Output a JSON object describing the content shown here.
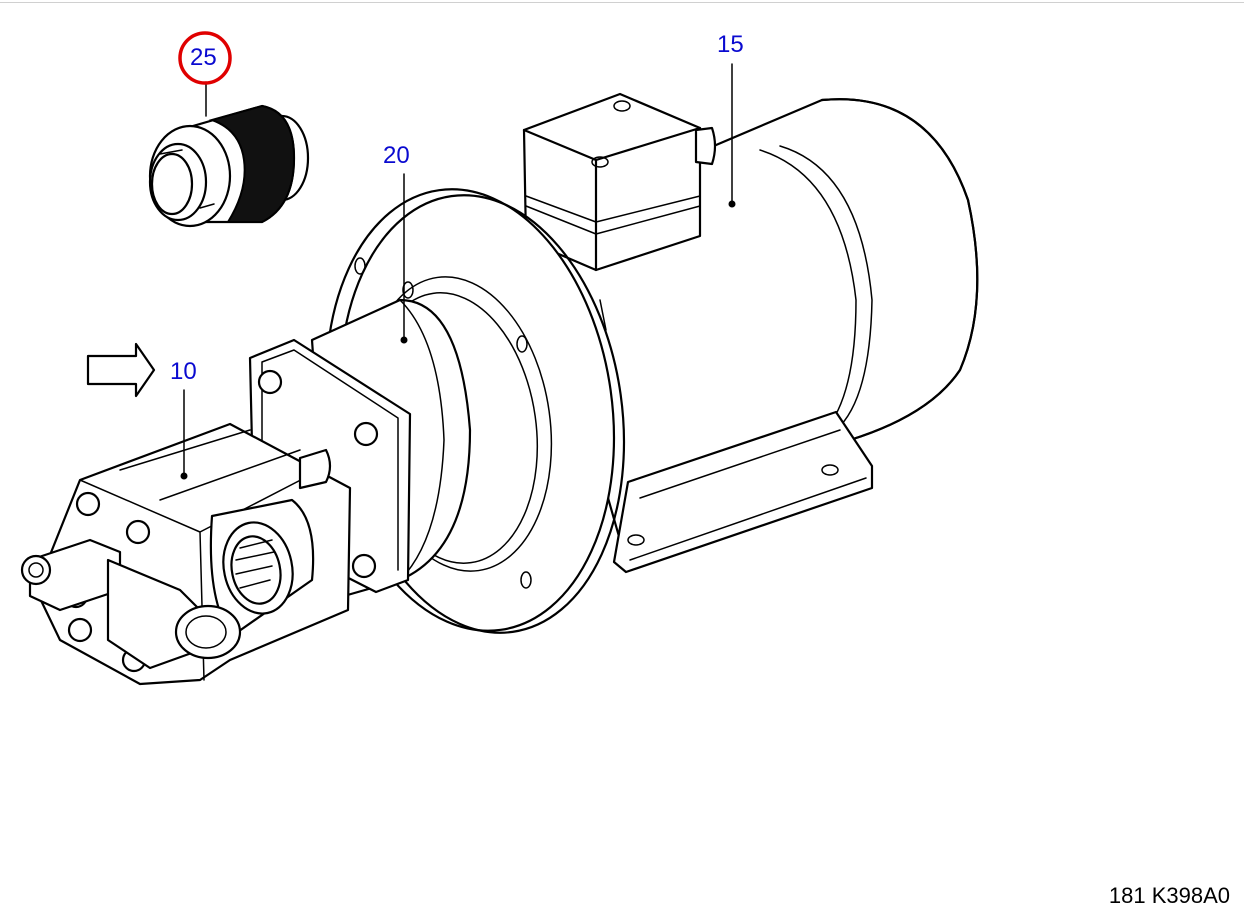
{
  "colors": {
    "callout_text": "#0a0ad0",
    "highlight_ring": "#e00000",
    "line_art": "#000000"
  },
  "callouts": {
    "part_25": "25",
    "part_20": "20",
    "part_15": "15",
    "part_10": "10"
  },
  "highlighted_part": "25",
  "diagram_id": "181 K398A0",
  "icons": {
    "direction_arrow": "right-arrow-icon"
  }
}
